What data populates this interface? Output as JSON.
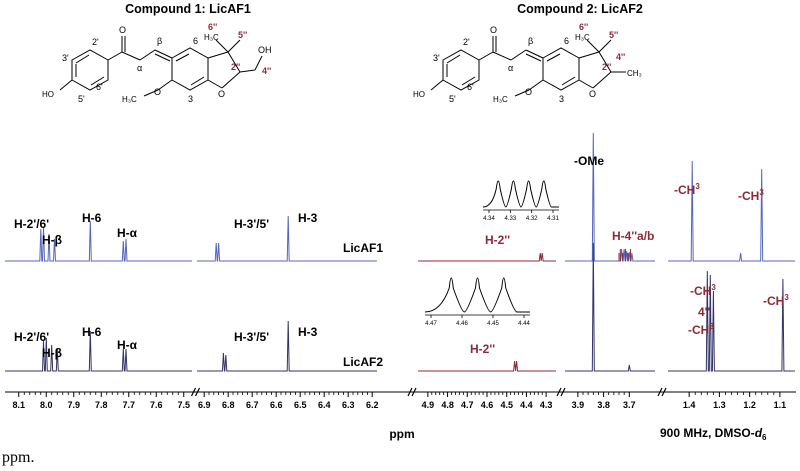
{
  "header": {
    "compound1": "Compound 1: LicAF1",
    "compound2": "Compound 2: LicAF2"
  },
  "structure": {
    "primes": [
      "3'",
      "2'",
      "6'",
      "5'"
    ],
    "alpha": "α",
    "beta": "β",
    "ring_pos": [
      "6",
      "3"
    ],
    "ho": "HO",
    "ome": "H₃C",
    "ome_o": "O",
    "carbonyl_o": "O",
    "ring_o": "O",
    "ch2oh": "OH",
    "c1_labels": [
      "6''",
      "5''",
      "2''",
      "4''"
    ],
    "c2_labels": [
      "6''",
      "5''",
      "2''",
      "4''"
    ],
    "methyl": "H₃C",
    "ch3": "CH₃"
  },
  "labels": {
    "top": {
      "h26": "H-2'/6'",
      "hb": "H-β",
      "h6": "H-6",
      "ha": "H-α",
      "h35": "H-3'/5'",
      "h3": "H-3",
      "name": "LicAF1",
      "h2": "H-2''",
      "ome": "-OMe",
      "h4ab": "H-4''a/b",
      "ch3a": "-CH",
      "ch3a_sub": "3",
      "ch3b": "-CH",
      "ch3b_sub": "3"
    },
    "bottom": {
      "h26": "H-2'/6'",
      "hb": "H-β",
      "h6": "H-6",
      "ha": "H-α",
      "h35": "H-3'/5'",
      "h3": "H-3",
      "name": "LicAF2",
      "h2": "H-2''",
      "ch3a": "-CH",
      "ch3a_sub": "3",
      "four": "4''",
      "ch3b": "-CH",
      "ch3b_sub": "3",
      "ch3c": "-CH",
      "ch3c_sub": "3"
    }
  },
  "inset_top_ticks": [
    "4.34",
    "4.33",
    "4.32",
    "4.31"
  ],
  "inset_bottom_ticks": [
    "4.47",
    "4.46",
    "4.45",
    "4.44"
  ],
  "axis": {
    "title": "ppm",
    "instrument": "900 MHz, DMSO-",
    "instrument_sub": "6",
    "instrument_d": "d",
    "segments": [
      {
        "ticks": [
          "8.1",
          "8.0",
          "7.9",
          "7.8",
          "7.7",
          "7.6",
          "7.5"
        ]
      },
      {
        "ticks": [
          "6.9",
          "6.8",
          "6.7",
          "6.6",
          "6.5",
          "6.4",
          "6.3",
          "6.2"
        ]
      },
      {
        "ticks": [
          "4.9",
          "4.8",
          "4.7",
          "4.6",
          "4.5",
          "4.4",
          "4.3"
        ]
      },
      {
        "ticks": [
          "3.9",
          "3.8",
          "3.7"
        ]
      },
      {
        "ticks": [
          "1.4",
          "1.3",
          "1.2",
          "1.1"
        ]
      }
    ]
  },
  "colors": {
    "top": "#5566bb",
    "bottom": "#333366",
    "accent": "#8b2a3a"
  },
  "caption": "ppm."
}
